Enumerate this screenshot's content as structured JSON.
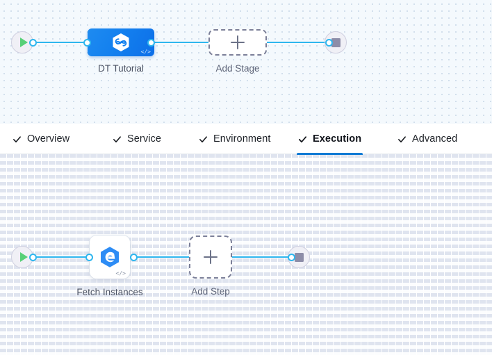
{
  "stage_canvas": {
    "name": "pipeline-stage-graph",
    "start_node": {
      "icon": "play-icon",
      "title": "Start"
    },
    "end_node": {
      "icon": "stop-icon",
      "title": "End"
    },
    "nodes": [
      {
        "id": "dt-tutorial",
        "label": "DT Tutorial",
        "icon": "harness-hexagon-icon",
        "badge_icon": "code-icon",
        "badge_glyph": "</>",
        "type": "stage",
        "selected": true
      }
    ],
    "add_stage": {
      "label": "Add Stage",
      "icon": "plus-icon"
    }
  },
  "tabs": {
    "name": "stage-config-tabs",
    "items": [
      {
        "id": "overview",
        "label": "Overview",
        "icon": "check-icon",
        "active": false
      },
      {
        "id": "service",
        "label": "Service",
        "icon": "check-icon",
        "active": false
      },
      {
        "id": "environment",
        "label": "Environment",
        "icon": "check-icon",
        "active": false
      },
      {
        "id": "execution",
        "label": "Execution",
        "icon": "check-icon",
        "active": true
      },
      {
        "id": "advanced",
        "label": "Advanced",
        "icon": "check-icon",
        "active": false
      }
    ]
  },
  "step_canvas": {
    "name": "execution-step-graph",
    "start_node": {
      "icon": "play-icon",
      "title": "Start"
    },
    "end_node": {
      "icon": "stop-icon",
      "title": "End"
    },
    "nodes": [
      {
        "id": "fetch-instances",
        "label": "Fetch Instances",
        "icon": "elastigroup-hexagon-icon",
        "badge_icon": "code-icon",
        "badge_glyph": "</>",
        "type": "step"
      }
    ],
    "add_step": {
      "label": "Add Step",
      "icon": "plus-icon"
    }
  },
  "colors": {
    "edge": "#2eb6ee",
    "stage_node": "#1380ef",
    "active_tab_underline": "#0f7ad4",
    "play": "#57d077",
    "stop": "#8d8da8",
    "dashed_border": "#7b7f98"
  }
}
